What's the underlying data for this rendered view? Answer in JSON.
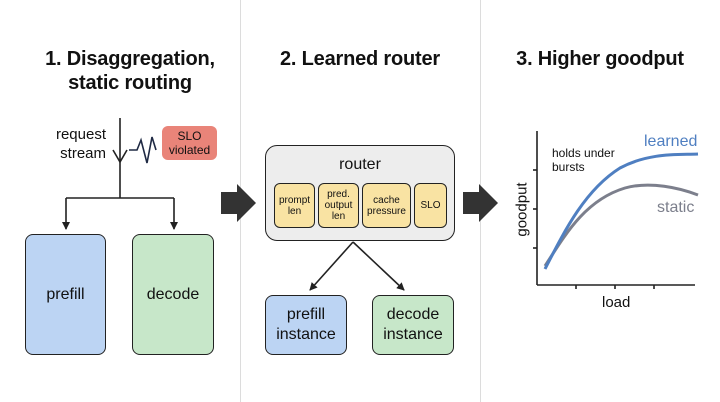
{
  "panels": [
    {
      "title": "1. Disaggregation,\nstatic routing"
    },
    {
      "title": "2. Learned router"
    },
    {
      "title": "3. Higher goodput"
    }
  ],
  "panel1": {
    "request_stream": "request\nstream",
    "slo_badge": "SLO\nviolated",
    "prefill": "prefill",
    "decode": "decode"
  },
  "panel2": {
    "router": "router",
    "features": [
      "prompt\nlen",
      "pred.\noutput\nlen",
      "cache\npressure",
      "SLO"
    ],
    "prefill_instance": "prefill\ninstance",
    "decode_instance": "decode\ninstance"
  },
  "chart_data": {
    "type": "line",
    "xlabel": "load",
    "ylabel": "goodput",
    "annotation": "holds under\nbursts",
    "series": [
      {
        "name": "learned",
        "color": "#4f7fc1"
      },
      {
        "name": "static",
        "color": "#7c7f8c"
      }
    ]
  },
  "colors": {
    "blue_fill": "#bcd4f3",
    "green_fill": "#c7e7c9",
    "router_fill": "#ededed",
    "chip_fill": "#f9e3a3",
    "slo_fill": "#e98479",
    "arrow": "#333333"
  }
}
